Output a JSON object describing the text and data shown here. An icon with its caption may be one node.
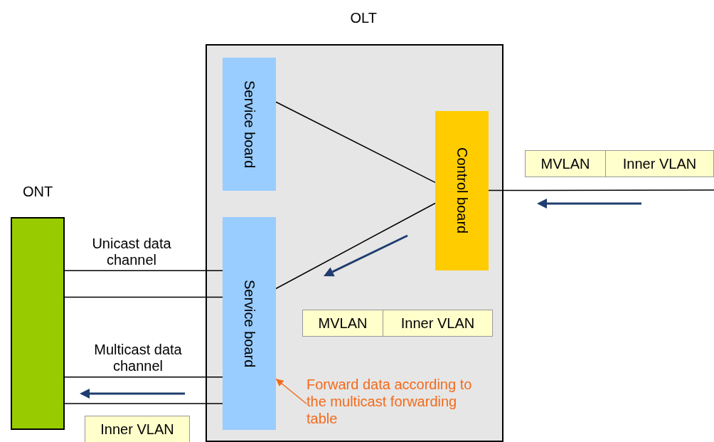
{
  "diagram": {
    "nodes": [
      {
        "text": [
          "OLT"
        ]
      },
      {
        "text": [
          "Service board"
        ],
        "in": 0
      },
      {
        "text": [
          "Control board"
        ],
        "in": 0
      },
      {
        "text": [
          "Service board"
        ],
        "in": 0
      },
      {
        "text": [
          "ONT"
        ]
      },
      {
        "text": [
          "MVLAN"
        ]
      },
      {
        "text": [
          "Inner VLAN"
        ]
      },
      {
        "text": [
          "MVLAN"
        ],
        "in": 0
      },
      {
        "text": [
          "Inner VLAN"
        ],
        "in": 0
      },
      {
        "text": [
          "Inner VLAN"
        ]
      },
      {
        "text": [
          "Forward data according to the multicast forwarding table"
        ],
        "in": 0
      }
    ],
    "edges": [
      {
        "from": 1,
        "to": 2,
        "arrow": "none"
      },
      {
        "from": 3,
        "to": 2,
        "arrow": "none"
      },
      {
        "from": null,
        "to": 2,
        "arrow": "none"
      },
      {
        "from": 4,
        "to": 3,
        "arrow": "none",
        "label": "Unicast data channel"
      },
      {
        "from": 4,
        "to": 3,
        "arrow": "none"
      },
      {
        "from": 4,
        "to": 3,
        "arrow": "none",
        "label": "Multicast data channel"
      },
      {
        "from": 4,
        "to": 3,
        "arrow": "none"
      },
      {
        "from": 10,
        "to": 3,
        "arrow": "to",
        "color": "#f26b1d"
      }
    ]
  }
}
